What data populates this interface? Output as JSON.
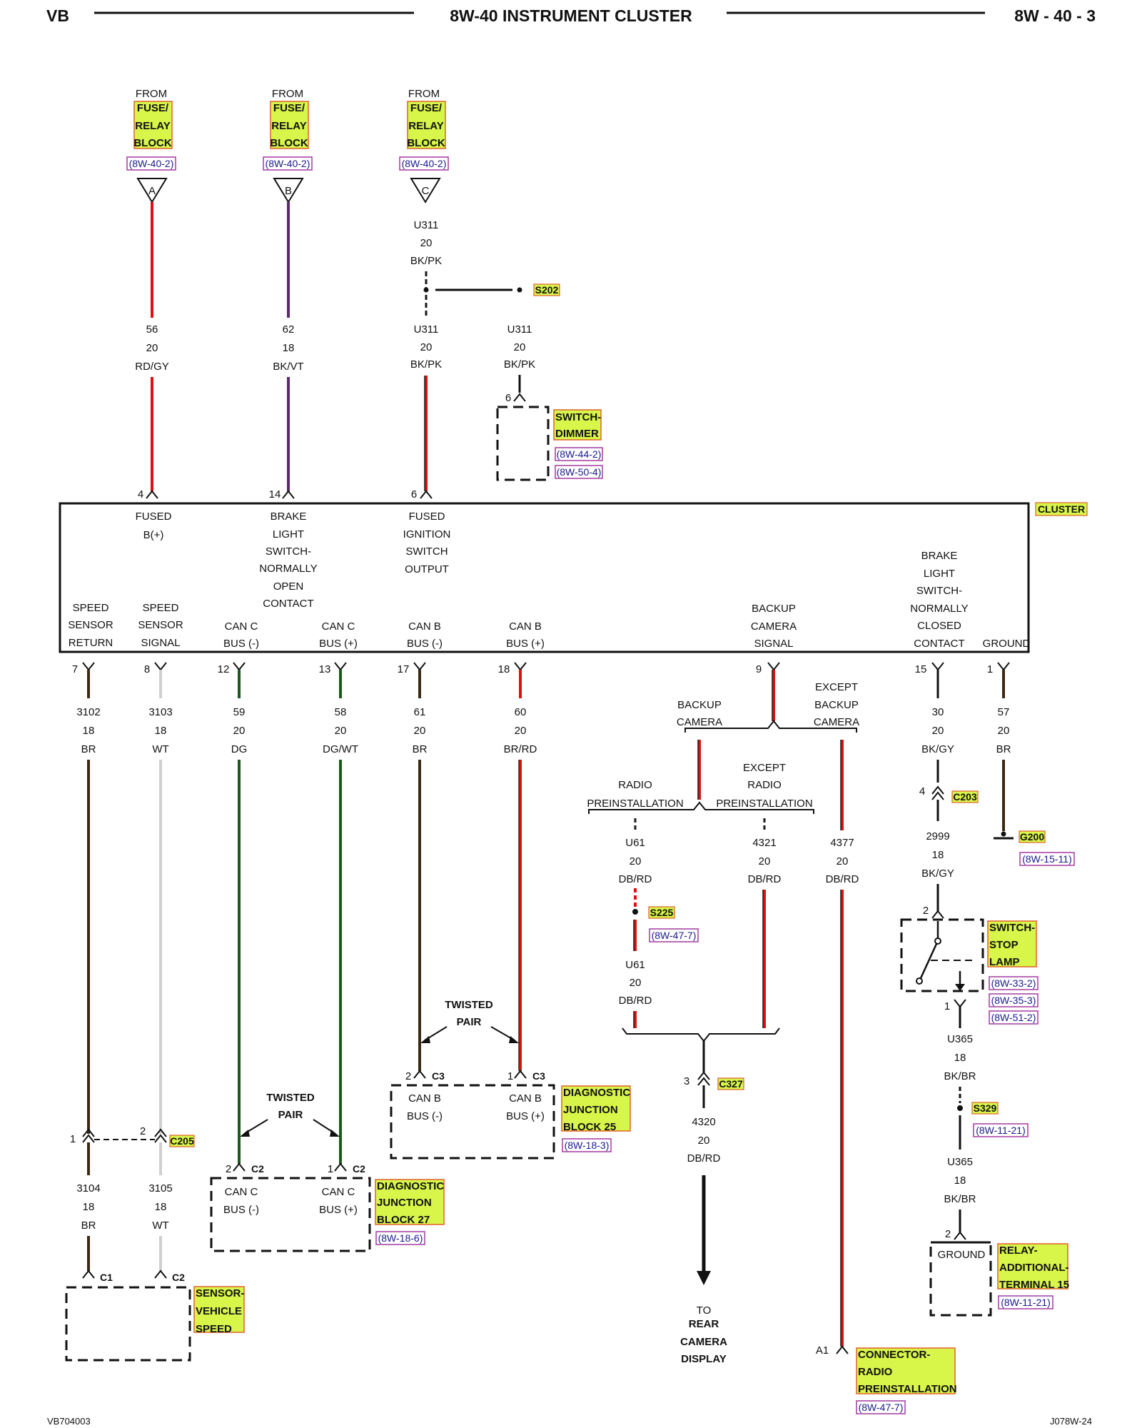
{
  "header": {
    "left": "VB",
    "title": "8W-40 INSTRUMENT CLUSTER",
    "right": "8W - 40 - 3"
  },
  "footer": {
    "left": "VB704003",
    "right": "J078W-24"
  },
  "colors": {
    "highlight": "#d8f54a",
    "highlight_border": "#e0622a",
    "ref_border": "#a43aa0",
    "wire_red": "#e01010",
    "wire_brown": "#3a2a14",
    "wire_green": "#1a5a1a",
    "wire_white": "#cfcfcf",
    "wire_violet": "#5a2a6a",
    "wire_dark": "#1a1a1a"
  },
  "sources": [
    {
      "from": "FROM",
      "name": [
        "FUSE/",
        "RELAY",
        "BLOCK"
      ],
      "ref": "(8W-40-2)",
      "pin": "A"
    },
    {
      "from": "FROM",
      "name": [
        "FUSE/",
        "RELAY",
        "BLOCK"
      ],
      "ref": "(8W-40-2)",
      "pin": "B"
    },
    {
      "from": "FROM",
      "name": [
        "FUSE/",
        "RELAY",
        "BLOCK"
      ],
      "ref": "(8W-40-2)",
      "pin": "C"
    }
  ],
  "top_wires": {
    "w56": [
      "56",
      "20",
      "RD/GY"
    ],
    "w62": [
      "62",
      "18",
      "BK/VT"
    ],
    "u311_a": [
      "U311",
      "20",
      "BK/PK"
    ],
    "u311_b": [
      "U311",
      "20",
      "BK/PK"
    ],
    "u311_c": [
      "U311",
      "20",
      "BK/PK"
    ]
  },
  "splices": {
    "s202": "S202",
    "s225": "S225",
    "s329": "S329"
  },
  "dimmer": {
    "pin": "6",
    "name": [
      "SWITCH-",
      "DIMMER"
    ],
    "refs": [
      "(8W-44-2)",
      "(8W-50-4)"
    ]
  },
  "cluster": {
    "label": "CLUSTER",
    "top_pins": [
      "4",
      "14",
      "6"
    ],
    "top_labels": {
      "fused_b": [
        "FUSED",
        "B(+)"
      ],
      "brake_no": [
        "BRAKE",
        "LIGHT",
        "SWITCH-",
        "NORMALLY",
        "OPEN",
        "CONTACT"
      ],
      "fused_ign": [
        "FUSED",
        "IGNITION",
        "SWITCH",
        "OUTPUT"
      ]
    },
    "bottom_labels": {
      "spd_ret": [
        "SPEED",
        "SENSOR",
        "RETURN"
      ],
      "spd_sig": [
        "SPEED",
        "SENSOR",
        "SIGNAL"
      ],
      "canc_neg": [
        "CAN C",
        "BUS (-)"
      ],
      "canc_pos": [
        "CAN C",
        "BUS (+)"
      ],
      "canb_neg": [
        "CAN B",
        "BUS (-)"
      ],
      "canb_pos": [
        "CAN B",
        "BUS (+)"
      ],
      "cam_sig": [
        "BACKUP",
        "CAMERA",
        "SIGNAL"
      ],
      "brake_nc": [
        "BRAKE",
        "LIGHT",
        "SWITCH-",
        "NORMALLY",
        "CLOSED",
        "CONTACT"
      ],
      "ground": [
        "GROUND"
      ]
    },
    "bottom_pins": [
      "7",
      "8",
      "12",
      "13",
      "17",
      "18",
      "9",
      "15",
      "1"
    ]
  },
  "bottom_wires": {
    "w3102": [
      "3102",
      "18",
      "BR"
    ],
    "w3103": [
      "3103",
      "18",
      "WT"
    ],
    "w59": [
      "59",
      "20",
      "DG"
    ],
    "w58": [
      "58",
      "20",
      "DG/WT"
    ],
    "w61": [
      "61",
      "20",
      "BR"
    ],
    "w60": [
      "60",
      "20",
      "BR/RD"
    ],
    "w30": [
      "30",
      "20",
      "BK/GY"
    ],
    "w57": [
      "57",
      "20",
      "BR"
    ],
    "w3104": [
      "3104",
      "18",
      "BR"
    ],
    "w3105": [
      "3105",
      "18",
      "WT"
    ],
    "u61a": [
      "U61",
      "20",
      "DB/RD"
    ],
    "u61b": [
      "U61",
      "20",
      "DB/RD"
    ],
    "w4321": [
      "4321",
      "20",
      "DB/RD"
    ],
    "w4377": [
      "4377",
      "20",
      "DB/RD"
    ],
    "w4320": [
      "4320",
      "20",
      "DB/RD"
    ],
    "w2999": [
      "2999",
      "18",
      "BK/GY"
    ],
    "u365a": [
      "U365",
      "18",
      "BK/BR"
    ],
    "u365b": [
      "U365",
      "18",
      "BK/BR"
    ]
  },
  "branches": {
    "backup_camera": [
      "BACKUP",
      "CAMERA"
    ],
    "except_backup_camera": [
      "EXCEPT",
      "BACKUP",
      "CAMERA"
    ],
    "radio_preinst": [
      "RADIO",
      "PREINSTALLATION"
    ],
    "except_radio_preinst": [
      "EXCEPT",
      "RADIO",
      "PREINSTALLATION"
    ]
  },
  "connectors": {
    "c205": "C205",
    "c205_pin1": "1",
    "c205_pin2": "2",
    "c203": "C203",
    "c203_pin": "4",
    "c327": "C327",
    "c327_pin": "3",
    "g200": "G200",
    "g200_ref": "(8W-15-11)"
  },
  "twisted_pair": [
    "TWISTED",
    "PAIR"
  ],
  "djb27": {
    "pins": [
      "2",
      "C2",
      "1",
      "C2"
    ],
    "labels": [
      [
        "CAN C",
        "BUS (-)"
      ],
      [
        "CAN C",
        "BUS (+)"
      ]
    ],
    "name": [
      "DIAGNOSTIC",
      "JUNCTION",
      "BLOCK 27"
    ],
    "ref": "(8W-18-6)"
  },
  "djb25": {
    "pins": [
      "2",
      "C3",
      "1",
      "C3"
    ],
    "labels": [
      [
        "CAN B",
        "BUS (-)"
      ],
      [
        "CAN B",
        "BUS (+)"
      ]
    ],
    "name": [
      "DIAGNOSTIC",
      "JUNCTION",
      "BLOCK 25"
    ],
    "ref": "(8W-18-3)"
  },
  "s225_ref": "(8W-47-7)",
  "s329_ref": "(8W-11-21)",
  "speed_sensor": {
    "pins": [
      "C1",
      "C2"
    ],
    "name": [
      "SENSOR-",
      "VEHICLE",
      "SPEED"
    ]
  },
  "rear_camera": [
    "TO",
    "REAR",
    "CAMERA",
    "DISPLAY"
  ],
  "radio_conn": {
    "pin": "A1",
    "name": [
      "CONNECTOR-",
      "RADIO",
      "PREINSTALLATION"
    ],
    "ref": "(8W-47-7)"
  },
  "stop_lamp": {
    "pins": [
      "2",
      "1"
    ],
    "name": [
      "SWITCH-",
      "STOP",
      "LAMP"
    ],
    "refs": [
      "(8W-33-2)",
      "(8W-35-3)",
      "(8W-51-2)"
    ]
  },
  "relay15": {
    "pin": "2",
    "inner": "GROUND",
    "name": [
      "RELAY-",
      "ADDITIONAL-",
      "TERMINAL 15"
    ],
    "ref": "(8W-11-21)"
  }
}
